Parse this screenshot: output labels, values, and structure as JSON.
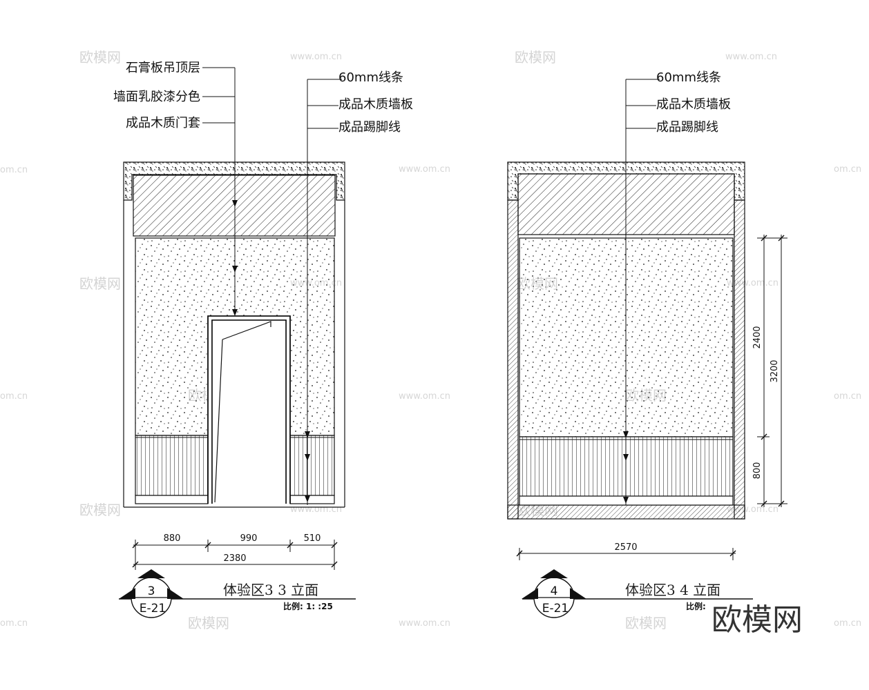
{
  "left_drawing": {
    "leaders_left": [
      "石膏板吊顶层",
      "墙面乳胶漆分色",
      "成品木质门套"
    ],
    "leaders_right": [
      "60mm线条",
      "成品木质墙板",
      "成品踢脚线"
    ],
    "dims_segments": [
      "880",
      "990",
      "510"
    ],
    "dim_total": "2380",
    "title": "体验区3 3 立面",
    "scale": "比例: 1: :25",
    "symbol_top": "3",
    "symbol_bottom": "E-21"
  },
  "right_drawing": {
    "leaders_right": [
      "60mm线条",
      "成品木质墙板",
      "成品踢脚线"
    ],
    "dim_total": "2570",
    "dim_upper": "2400",
    "dim_lower": "800",
    "dim_height": "3200",
    "title": "体验区3 4 立面",
    "scale": "比例:",
    "symbol_top": "4",
    "symbol_bottom": "E-21"
  },
  "watermarks": {
    "brand": "欧模网",
    "url": "www.om.cn",
    "url_short": "om.cn"
  },
  "logo": "欧模网",
  "colors": {
    "line": "#111111",
    "watermark": "#d4d4d4"
  }
}
